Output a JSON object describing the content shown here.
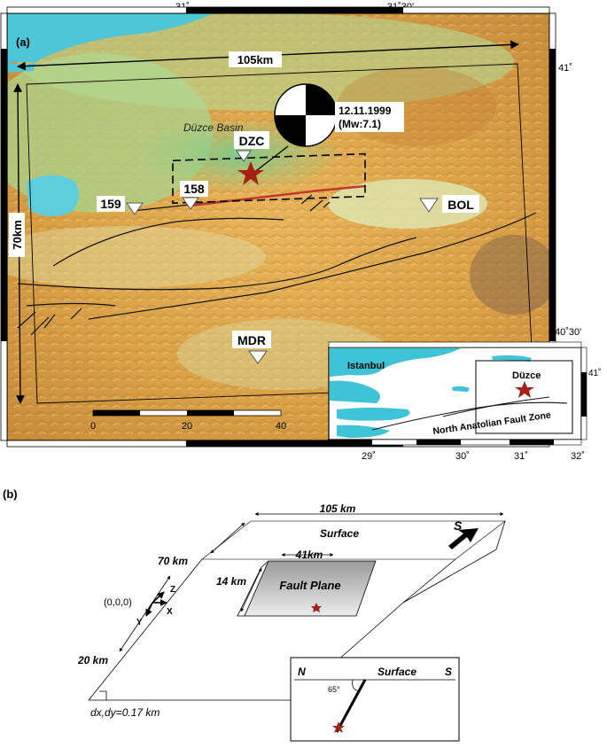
{
  "panel_a": {
    "label": "(a)",
    "lon_ticks_top": [
      "31˚",
      "31˚30'"
    ],
    "lat_ticks_right": [
      "41˚",
      "40˚30'"
    ],
    "dim_horizontal": "105km",
    "dim_vertical": "70km",
    "basin_label": "Düzce Basin",
    "event_date": "12.11.1999",
    "event_magnitude": "(Mw:7.1)",
    "stations": [
      {
        "code": "DZC"
      },
      {
        "code": "158"
      },
      {
        "code": "159"
      },
      {
        "code": "BOL"
      },
      {
        "code": "MDR"
      }
    ],
    "scale_bar": {
      "labels": [
        "0",
        "20",
        "40"
      ]
    },
    "inset": {
      "city_label": "Istanbul",
      "epicenter_label": "Düzce",
      "fault_label": "North Anatolian Fault Zone",
      "lat_tick": "41˚",
      "lon_ticks": [
        "29˚",
        "30˚",
        "31˚",
        "32˚"
      ]
    },
    "colors": {
      "star": "#a32214",
      "sea": "#3fc3d6",
      "rupture": "#c0392b"
    }
  },
  "panel_b": {
    "label": "(b)",
    "len_x": "105 km",
    "len_y": "70 km",
    "depth": "20 km",
    "fault_length": "41km",
    "fault_width": "14 km",
    "surface_label": "Surface",
    "fault_plane_label": "Fault Plane",
    "origin_label": "(0,0,0)",
    "axis_labels": {
      "x": "X",
      "y": "Y",
      "z": "Z"
    },
    "south_arrow": "S",
    "grid_spacing": "dx,dy=0.17 km",
    "cross_section": {
      "north": "N",
      "south": "S",
      "surface": "Surface",
      "dip": "65°"
    }
  }
}
